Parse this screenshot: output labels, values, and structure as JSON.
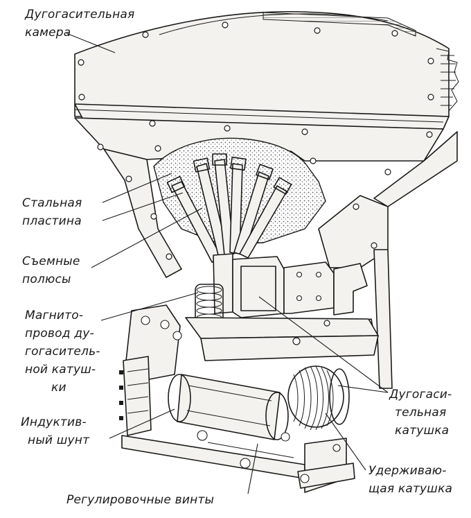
{
  "labels": {
    "arc_chamber": [
      "Дугогасительная",
      "камера"
    ],
    "steel_plate": [
      "Стальная",
      "пластина"
    ],
    "removable_poles": [
      "Съемные",
      "полюсы"
    ],
    "magnetic_circuit": [
      "Магнито-",
      "провод ду-",
      "гогаситель-",
      "ной катуш-",
      "ки"
    ],
    "inductive_shunt": [
      "Индуктив-",
      "ный шунт"
    ],
    "adjusting_screws": [
      "Регулировочные винты"
    ],
    "arc_coil": [
      "Дугогаси-",
      "тельная",
      "катушка"
    ],
    "holding_coil": [
      "Удерживаю-",
      "щая катушка"
    ]
  },
  "colors": {
    "ink": "#1a1a1a",
    "paper": "#ffffff",
    "fill": "#f4f2ee",
    "felt": "#cfc9bf"
  }
}
